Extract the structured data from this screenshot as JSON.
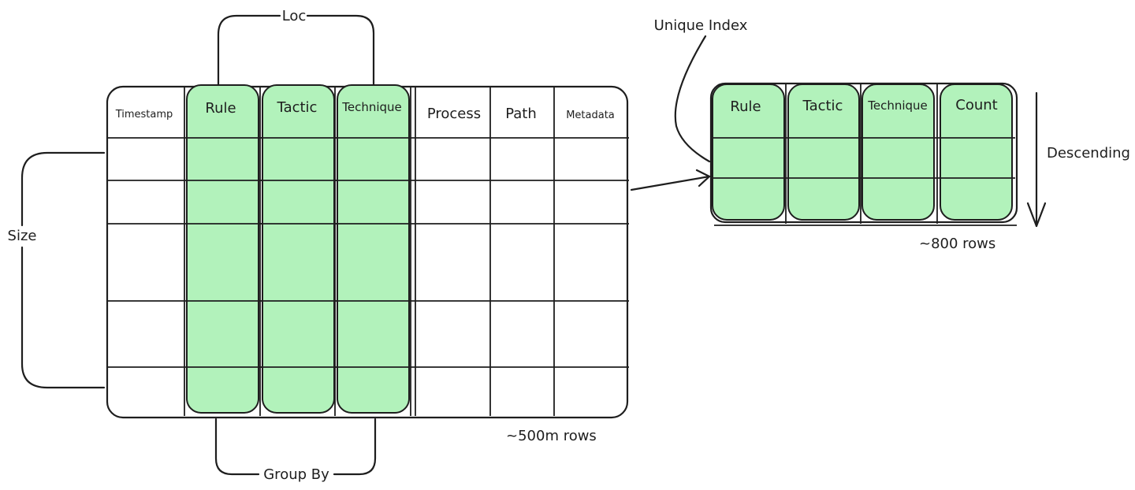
{
  "source_table": {
    "columns": [
      "Timestamp",
      "Rule",
      "Tactic",
      "Technique",
      "Process",
      "Path",
      "Metadata"
    ],
    "row_count_label": "~500m rows"
  },
  "result_table": {
    "columns": [
      "Rule",
      "Tactic",
      "Technique",
      "Count"
    ],
    "row_count_label": "~800 rows"
  },
  "annotations": {
    "loc": "Loc",
    "group_by": "Group By",
    "size": "Size",
    "unique_index": "Unique Index",
    "descending": "Descending"
  },
  "colors": {
    "highlight": "#b2f2bb",
    "stroke": "#1e1e1e"
  }
}
